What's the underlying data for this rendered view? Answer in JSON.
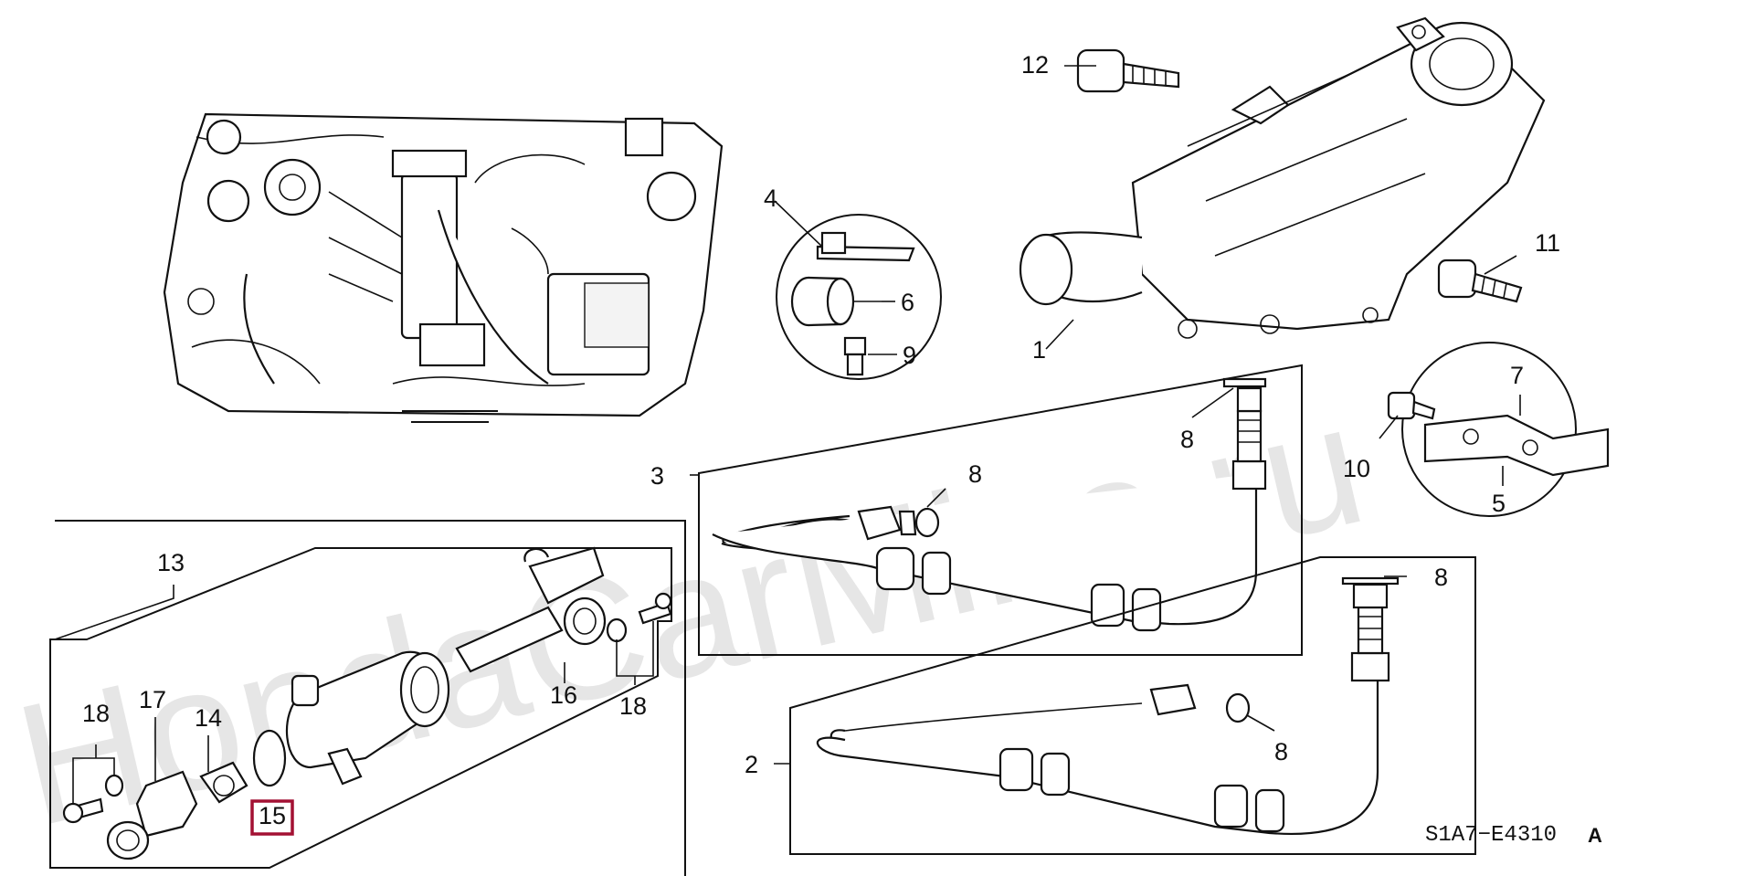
{
  "diagram_code": "S1A7−E4310",
  "diagram_variant": "A",
  "watermark": "HondaCarMine.ru",
  "highlighted_part": "15",
  "callouts": [
    {
      "id": "c1",
      "label": "1"
    },
    {
      "id": "c2",
      "label": "2"
    },
    {
      "id": "c3",
      "label": "3"
    },
    {
      "id": "c4",
      "label": "4"
    },
    {
      "id": "c5",
      "label": "5"
    },
    {
      "id": "c6",
      "label": "6"
    },
    {
      "id": "c7",
      "label": "7"
    },
    {
      "id": "c8a",
      "label": "8"
    },
    {
      "id": "c8b",
      "label": "8"
    },
    {
      "id": "c8c",
      "label": "8"
    },
    {
      "id": "c8d",
      "label": "8"
    },
    {
      "id": "c9",
      "label": "9"
    },
    {
      "id": "c10",
      "label": "10"
    },
    {
      "id": "c11",
      "label": "11"
    },
    {
      "id": "c12",
      "label": "12"
    },
    {
      "id": "c13",
      "label": "13"
    },
    {
      "id": "c14",
      "label": "14"
    },
    {
      "id": "c15",
      "label": "15"
    },
    {
      "id": "c16",
      "label": "16"
    },
    {
      "id": "c17",
      "label": "17"
    },
    {
      "id": "c18a",
      "label": "18"
    },
    {
      "id": "c18b",
      "label": "18"
    }
  ]
}
